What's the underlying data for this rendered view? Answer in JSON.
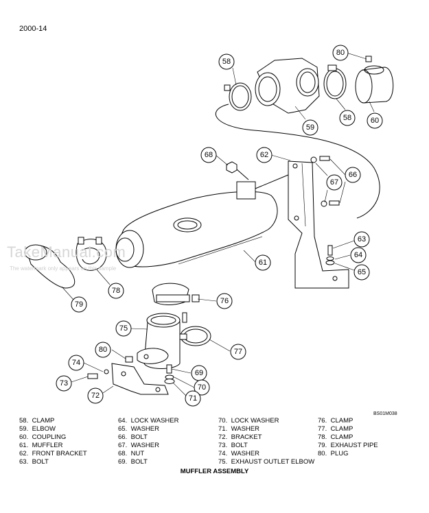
{
  "page_code": "2000-14",
  "figure_code": "BS01M038",
  "figure_title": "MUFFLER ASSEMBLY",
  "watermark": {
    "main": "TakeManual.com",
    "sub": "The watermark only appears on this sample"
  },
  "callouts": [
    "58",
    "59",
    "80",
    "58",
    "60",
    "68",
    "62",
    "67",
    "66",
    "61",
    "63",
    "64",
    "65",
    "79",
    "78",
    "76",
    "75",
    "77",
    "80",
    "74",
    "69",
    "70",
    "73",
    "72",
    "71"
  ],
  "legend": [
    {
      "num": "58.",
      "label": "CLAMP"
    },
    {
      "num": "59.",
      "label": "ELBOW"
    },
    {
      "num": "60.",
      "label": "COUPLING"
    },
    {
      "num": "61.",
      "label": "MUFFLER"
    },
    {
      "num": "62.",
      "label": "FRONT BRACKET"
    },
    {
      "num": "63.",
      "label": "BOLT"
    },
    {
      "num": "64.",
      "label": "LOCK WASHER"
    },
    {
      "num": "65.",
      "label": "WASHER"
    },
    {
      "num": "66.",
      "label": "BOLT"
    },
    {
      "num": "67.",
      "label": "WASHER"
    },
    {
      "num": "68.",
      "label": "NUT"
    },
    {
      "num": "69.",
      "label": "BOLT"
    },
    {
      "num": "70.",
      "label": "LOCK WASHER"
    },
    {
      "num": "71.",
      "label": "WASHER"
    },
    {
      "num": "72.",
      "label": "BRACKET"
    },
    {
      "num": "73.",
      "label": "BOLT"
    },
    {
      "num": "74.",
      "label": "WASHER"
    },
    {
      "num": "75.",
      "label": "EXHAUST OUTLET ELBOW"
    },
    {
      "num": "76.",
      "label": "CLAMP"
    },
    {
      "num": "77.",
      "label": "CLAMP"
    },
    {
      "num": "78.",
      "label": "CLAMP"
    },
    {
      "num": "79.",
      "label": "EXHAUST PIPE"
    },
    {
      "num": "80.",
      "label": "PLUG"
    }
  ]
}
